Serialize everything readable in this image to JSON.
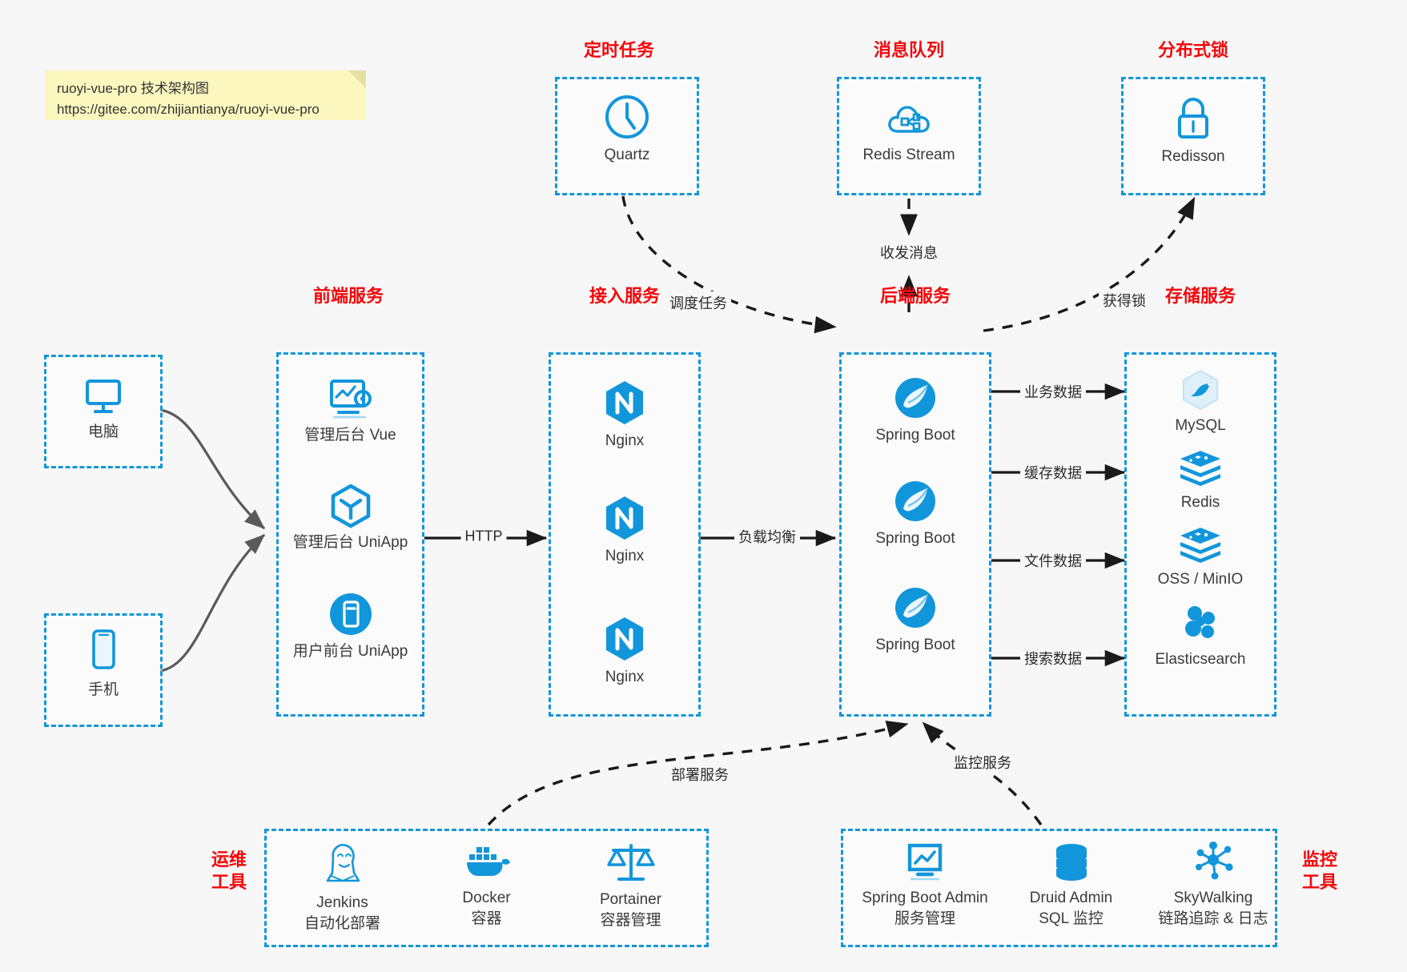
{
  "note": {
    "line1": "ruoyi-vue-pro 技术架构图",
    "line2": "https://gitee.com/zhijiantianya/ruoyi-vue-pro"
  },
  "colors": {
    "accent": "#1296db",
    "title": "#f5060b",
    "text": "#3b3b3b",
    "edge": "#2b2b2b",
    "note_bg": "#fbf7bf",
    "page_bg": "#f7f7f7"
  },
  "groups": {
    "scheduled_task": {
      "title": "定时任务"
    },
    "message_queue": {
      "title": "消息队列"
    },
    "distributed_lock": {
      "title": "分布式锁"
    },
    "frontend": {
      "title": "前端服务"
    },
    "gateway": {
      "title": "接入服务"
    },
    "backend": {
      "title": "后端服务"
    },
    "storage": {
      "title": "存储服务"
    },
    "devops": {
      "title": "运维\n工具",
      "line1": "运维",
      "line2": "工具"
    },
    "monitor": {
      "title": "监控\n工具",
      "line1": "监控",
      "line2": "工具"
    }
  },
  "nodes": {
    "quartz": {
      "label": "Quartz",
      "icon": "clock-icon"
    },
    "redis_stream": {
      "label": "Redis Stream",
      "icon": "cloud-stream-icon"
    },
    "redisson": {
      "label": "Redisson",
      "icon": "lock-icon"
    },
    "pc": {
      "label": "电脑",
      "icon": "desktop-icon"
    },
    "phone": {
      "label": "手机",
      "icon": "mobile-icon"
    },
    "admin_vue": {
      "label": "管理后台 Vue",
      "icon": "dashboard-icon"
    },
    "admin_uniapp": {
      "label": "管理后台 UniApp",
      "icon": "cube-icon"
    },
    "user_uniapp": {
      "label": "用户前台 UniApp",
      "icon": "app-icon"
    },
    "nginx1": {
      "label": "Nginx",
      "icon": "nginx-icon"
    },
    "nginx2": {
      "label": "Nginx",
      "icon": "nginx-icon"
    },
    "nginx3": {
      "label": "Nginx",
      "icon": "nginx-icon"
    },
    "springboot1": {
      "label": "Spring Boot",
      "icon": "spring-icon"
    },
    "springboot2": {
      "label": "Spring Boot",
      "icon": "spring-icon"
    },
    "springboot3": {
      "label": "Spring Boot",
      "icon": "spring-icon"
    },
    "mysql": {
      "label": "MySQL",
      "icon": "mysql-icon"
    },
    "redis": {
      "label": "Redis",
      "icon": "redis-icon"
    },
    "oss": {
      "label": "OSS / MinIO",
      "icon": "redis-icon"
    },
    "elasticsearch": {
      "label": "Elasticsearch",
      "icon": "elasticsearch-icon"
    },
    "jenkins": {
      "label": "Jenkins",
      "sub": "自动化部署",
      "icon": "jenkins-icon"
    },
    "docker": {
      "label": "Docker",
      "sub": "容器",
      "icon": "docker-icon"
    },
    "portainer": {
      "label": "Portainer",
      "sub": "容器管理",
      "icon": "scales-icon"
    },
    "sba": {
      "label": "Spring Boot Admin",
      "sub": "服务管理",
      "icon": "monitor-chart-icon"
    },
    "druid": {
      "label": "Druid Admin",
      "sub": "SQL 监控",
      "icon": "database-icon"
    },
    "skywalking": {
      "label": "SkyWalking",
      "sub": "链路追踪 & 日志",
      "icon": "network-node-icon"
    }
  },
  "edges": {
    "schedule_task": "调度任务",
    "send_receive_msg": "收发消息",
    "acquire_lock": "获得锁",
    "http": "HTTP",
    "load_balance": "负载均衡",
    "business_data": "业务数据",
    "cache_data": "缓存数据",
    "file_data": "文件数据",
    "search_data": "搜索数据",
    "deploy_service": "部署服务",
    "monitor_service": "监控服务"
  }
}
